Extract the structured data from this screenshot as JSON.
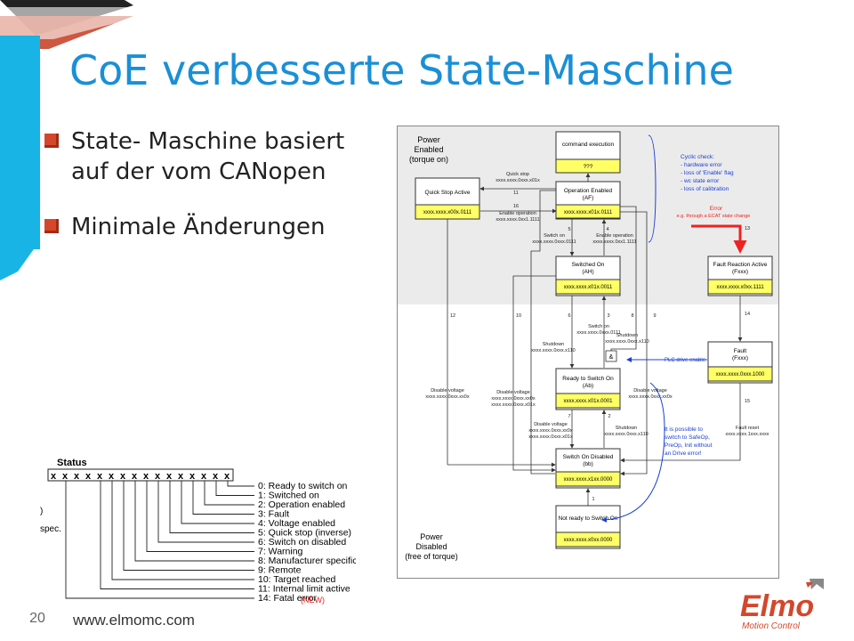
{
  "slide": {
    "title": "CoE verbesserte State-Maschine",
    "bullets": [
      {
        "line1": "State- Maschine basiert",
        "line2": "auf der vom CANopen"
      },
      {
        "line1": "Minimale Änderungen"
      }
    ],
    "page_number": "20",
    "footer_url": "www.elmomc.com",
    "logo_text": "Elmo",
    "logo_sub": "Motion Control",
    "accent_color": "#1a8fd6",
    "bullet_color": "#d4472b",
    "logo_color": "#d4472b"
  },
  "diagram": {
    "power_enabled": [
      "Power",
      "Enabled",
      "(torque on)"
    ],
    "power_disabled": [
      "Power",
      "Disabled",
      "(free of torque)"
    ],
    "states": {
      "command_execution": {
        "name": "command execution",
        "code": "???"
      },
      "operation_enabled": {
        "name": "Operation Enabled",
        "abbr": "(AF)",
        "code": "xxxx.xxxx.x01x.0111"
      },
      "quick_stop": {
        "name": "Quick Stop Active",
        "code": "xxxx.xxxx.x00x.0111"
      },
      "switched_on": {
        "name": "Switched On",
        "abbr": "(AH)",
        "code": "xxxx.xxxx.x01x.0011"
      },
      "ready": {
        "name": "Ready to Switch On",
        "abbr": "(Ab)",
        "code": "xxxx.xxxx.x01x.0001"
      },
      "switch_on_disabled": {
        "name": "Switch On Disabled",
        "abbr": "(bb)",
        "code": "xxxx.xxxx.x1xx.0000"
      },
      "not_ready": {
        "name": "Not ready to Switch On",
        "code": "xxxx.xxxx.x0xx.0000"
      },
      "fault_reaction": {
        "name": "Fault Reaction Active",
        "abbr": "(Fxxx)",
        "code": "xxxx.xxxx.x0xx.1111"
      },
      "fault": {
        "name": "Fault",
        "abbr": "(Fxxx)",
        "code": "xxxx.xxxx.0xxx.1000"
      }
    },
    "cyclic_check": [
      "Cyclic check:",
      "- hardware error",
      "- loss of 'Enable' flag",
      "- wc state error",
      "- loss of calibration"
    ],
    "error_label": "Error",
    "error_sub": "e.g. through a ECAT state change",
    "plc_label": "PLC drive enable",
    "blue_note": [
      "It is possible to",
      "switch to SafeOp,",
      "PreOp, Init without",
      "an Drive error!"
    ],
    "transitions": {
      "quick_stop": [
        "Quick stop",
        "xxxx.xxxx.0xxx.x01x"
      ],
      "enable_operation": [
        "Enable operation",
        "xxxx.xxxx.0xx1.1111"
      ],
      "switch_on_a": [
        "Switch on",
        "xxxx.xxxx.0xxx.0111"
      ],
      "enable_operation_b": [
        "Enable operation",
        "xxxx.xxxx.0xx1.1111"
      ],
      "switch_on_b": [
        "Switch on",
        "xxxx.xxxx.0xxx.0111"
      ],
      "shutdown_a": [
        "Shutdown",
        "xxxx.xxxx.0xxx.x110"
      ],
      "shutdown_b": [
        "Shutdown",
        "xxxx.xxxx.0xxx.x110"
      ],
      "shutdown_c": [
        "Shutdown",
        "xxxx.xxxx.0xxx.x110"
      ],
      "disable_voltage_a": [
        "Disable voltage",
        "xxxx.xxxx.0xxx.xx0x"
      ],
      "disable_voltage_b": [
        "Disable voltage",
        "xxxx.xxxx.0xxx.xx0x",
        "xxxx.xxxx.0xxx.x01x"
      ],
      "disable_voltage_c": [
        "Disable voltage",
        "xxxx.xxxx.0xxx.xx0x"
      ],
      "disable_voltage_d": [
        "Disable voltage",
        "xxxx.xxxx.0xxx.xx0x",
        "xxxx.xxxx.0xxx.x01x"
      ],
      "fault_reset": [
        "Fault reset",
        "xxxx.xxxx.1xxx.xxxx"
      ]
    },
    "numbers": {
      "n11": "11",
      "n16": "16",
      "n5": "5",
      "n4": "4",
      "n13": "13",
      "n12": "12",
      "n10": "10",
      "n6": "6",
      "n3": "3",
      "n8": "8",
      "n9": "9",
      "n14": "14",
      "n7": "7",
      "n2": "2",
      "n15": "15",
      "n1": "1"
    },
    "and_symbol": "&"
  },
  "status": {
    "title": "Status",
    "bits": [
      "x",
      "x",
      "x",
      "x",
      "x",
      "x",
      "x",
      "x",
      "x",
      "x",
      "x",
      "x",
      "x",
      "x",
      "x",
      "x"
    ],
    "side_labels": [
      ")",
      "spec."
    ],
    "items": [
      "0: Ready to switch on",
      "1: Switched on",
      "2: Operation enabled",
      "3: Fault",
      "4: Voltage enabled",
      "5: Quick stop (inverse)",
      "6: Switch on disabled",
      "7: Warning",
      "8: Manufacturer specific",
      "9: Remote",
      "10: Target reached",
      "11: Internal limit active",
      "14: Fatal error"
    ],
    "new_tag": "(NEW)"
  }
}
